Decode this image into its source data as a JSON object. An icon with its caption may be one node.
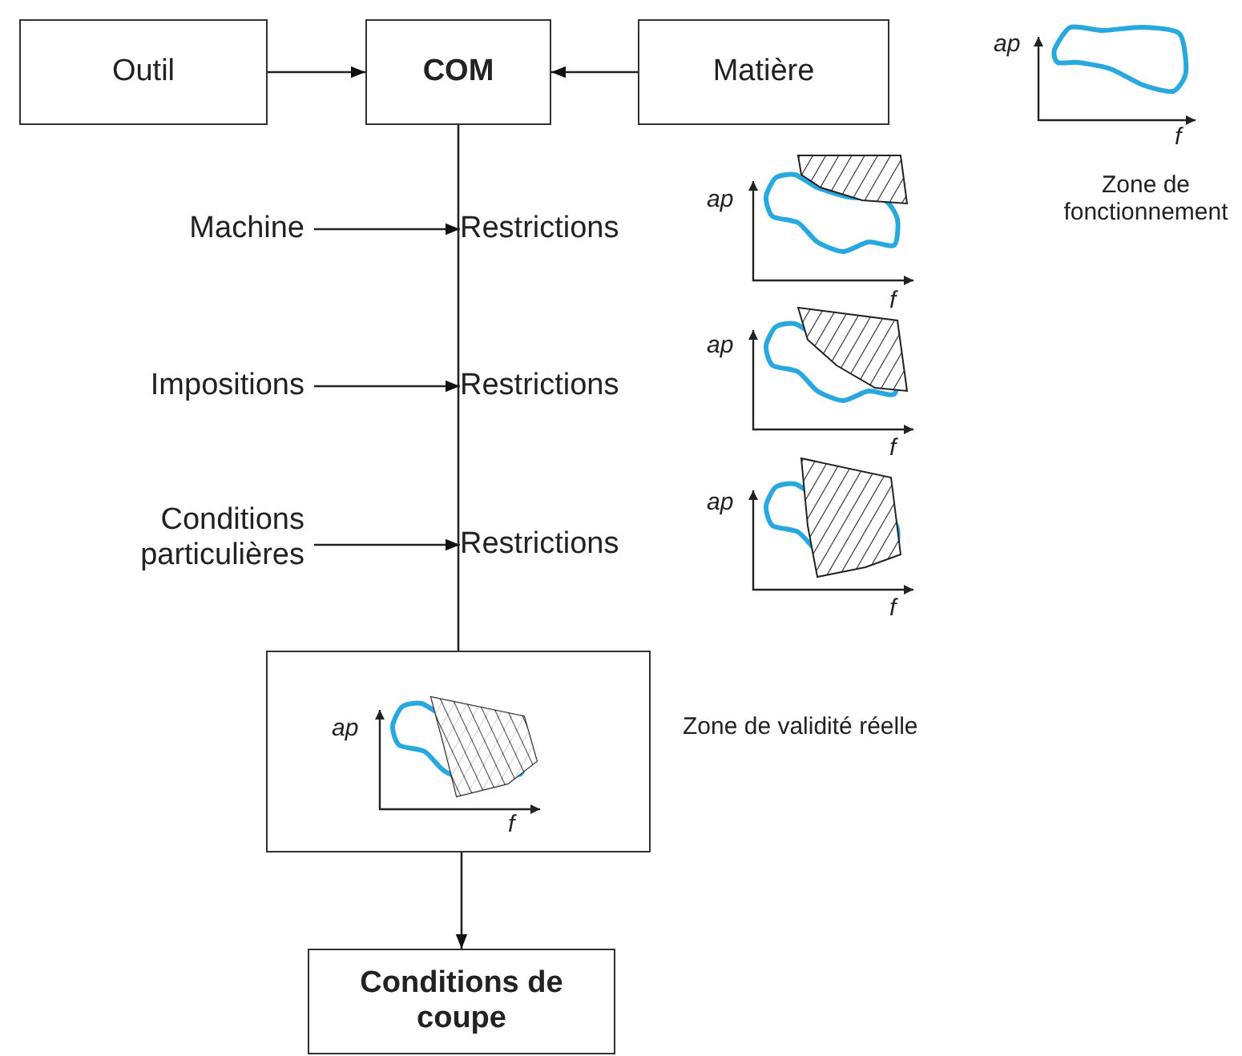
{
  "diagram": {
    "nodes": [
      {
        "text": [
          "Outil"
        ]
      },
      {
        "text": [
          "COM"
        ]
      },
      {
        "text": [
          "Matière"
        ]
      },
      {
        "text": [
          "Machine"
        ]
      },
      {
        "text": [
          "Restrictions"
        ]
      },
      {
        "text": [
          "Impositions"
        ]
      },
      {
        "text": [
          "Restrictions"
        ]
      },
      {
        "text": [
          "Conditions particulières"
        ]
      },
      {
        "text": [
          "Restrictions"
        ]
      },
      {
        "text": [
          "ap",
          "f"
        ],
        "beside": [
          "Zone de validité réelle"
        ]
      },
      {
        "text": [
          "Conditions de coupe"
        ]
      }
    ],
    "edges": [
      {
        "from": 0,
        "to": 1,
        "arrow": "to"
      },
      {
        "from": 2,
        "to": 1,
        "arrow": "to"
      },
      {
        "from": 3,
        "to": 4,
        "arrow": "to"
      },
      {
        "from": 5,
        "to": 6,
        "arrow": "to"
      },
      {
        "from": 7,
        "to": 8,
        "arrow": "to"
      },
      {
        "from": 1,
        "to": 9,
        "arrow": "none"
      },
      {
        "from": 9,
        "to": 10,
        "arrow": "to"
      }
    ],
    "labels": [
      "ap",
      "f",
      "Zone de fonctionnement",
      "ap",
      "f",
      "ap",
      "f",
      "ap",
      "f"
    ]
  }
}
